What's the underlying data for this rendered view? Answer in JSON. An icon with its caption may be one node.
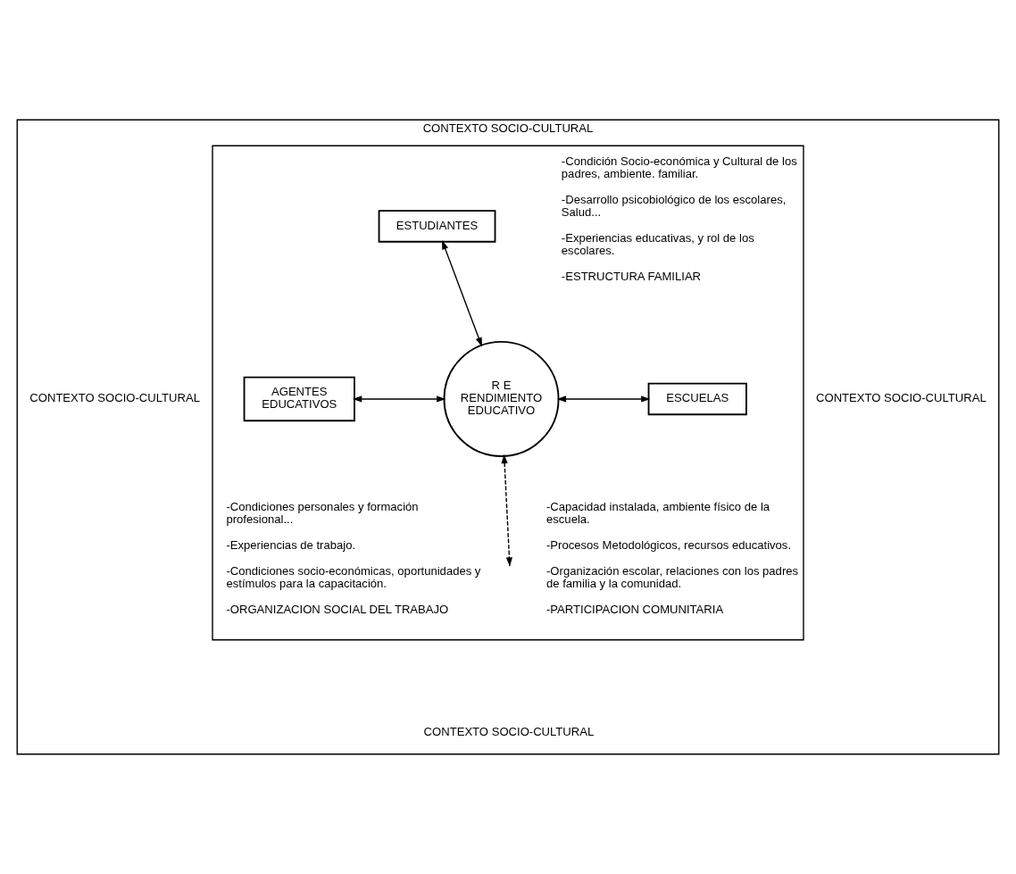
{
  "diagram": {
    "nodes": [
      {
        "text": [
          "CONTEXTO SOCIO-CULTURAL",
          "CONTEXTO SOCIO-CULTURAL",
          "CONTEXTO SOCIO-CULTURAL",
          "CONTEXTO SOCIO-CULTURAL"
        ]
      },
      {
        "text": [],
        "shape": "box",
        "in": 0
      },
      {
        "text": [
          "ESTUDIANTES"
        ],
        "in": 1,
        "beside": [
          "-Condición Socio-económica y Cultural de los padres, ambiente. familiar.",
          "-Desarrollo psicobiológico de los escolares, Salud...",
          "-Experiencias educativas, y rol de los escolares.",
          "-ESTRUCTURA FAMILIAR"
        ]
      },
      {
        "text": [
          "ESCUELAS"
        ],
        "in": 1,
        "beside": [
          "-Capacidad instalada, ambiente físico de la escuela.",
          "-Procesos Metodológicos, recursos educativos.",
          "-Organización escolar, relaciones con los padres de familia y la comunidad.",
          "-PARTICIPACION COMUNITARIA"
        ]
      },
      {
        "text": [
          "R E",
          "RENDIMIENTO EDUCATIVO"
        ],
        "in": 1
      },
      {
        "text": [
          "AGENTES EDUCATIVOS"
        ],
        "in": 1,
        "beside": [
          "-Condiciones personales y formación profesional...",
          "-Experiencias de trabajo.",
          "-Condiciones socio-económicas, oportunidades y estímulos para la capacitación.",
          "-ORGANIZACION SOCIAL DEL TRABAJO"
        ]
      }
    ],
    "edges": [
      {
        "from": 2,
        "to": 4,
        "arrow": "both"
      },
      {
        "from": 3,
        "to": 4,
        "arrow": "both"
      },
      {
        "from": 4,
        "to": 5,
        "arrow": "both"
      },
      {
        "from": 4,
        "to": null,
        "arrow": "both",
        "style": "dashed"
      }
    ]
  }
}
